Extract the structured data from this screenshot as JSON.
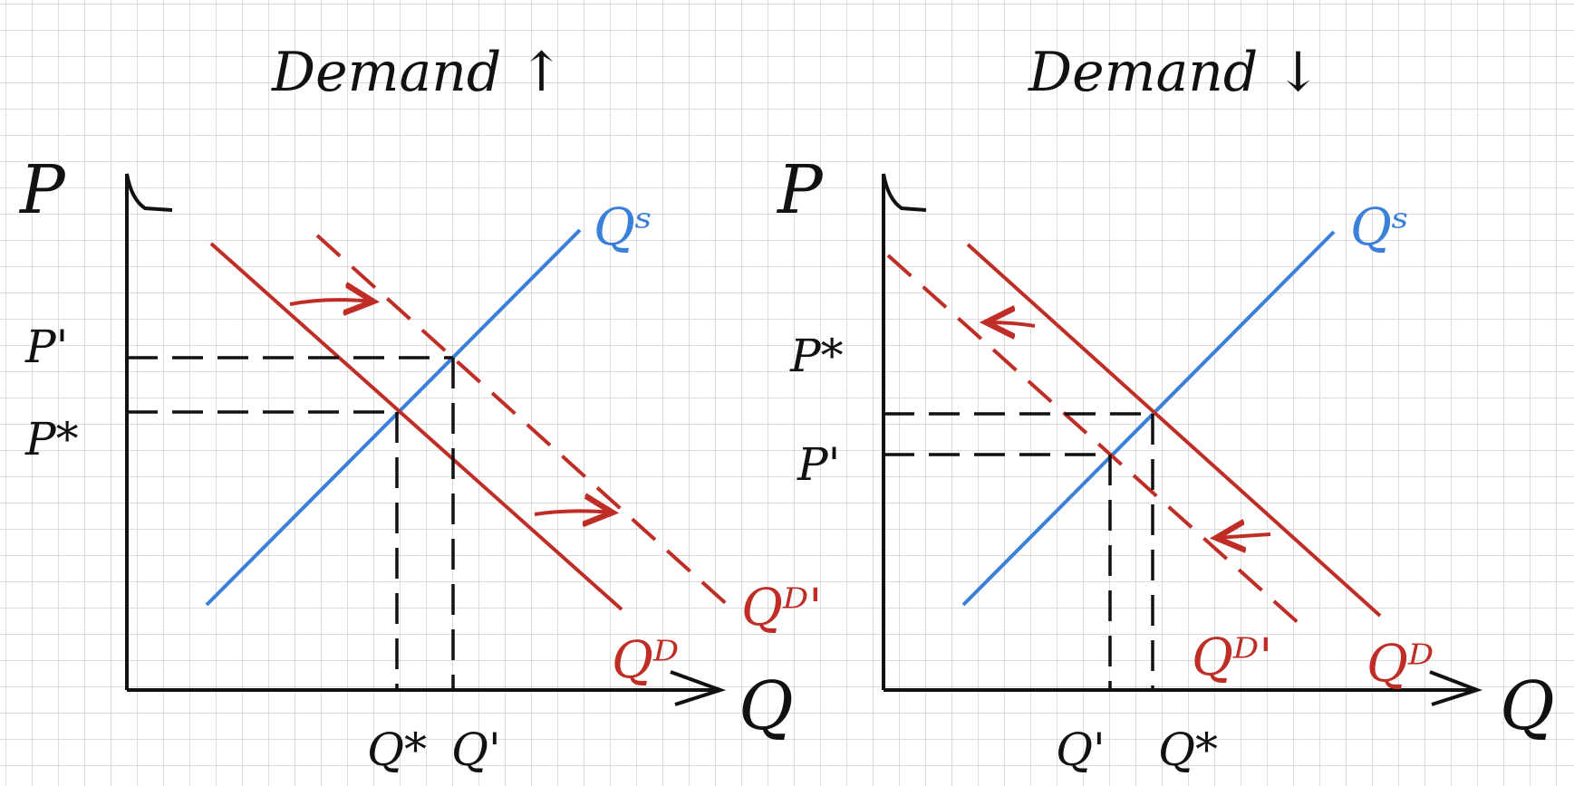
{
  "colors": {
    "ink": "#111111",
    "supply": "#3a7fd9",
    "demand": "#bf2d26",
    "grid": "#dcdcdc"
  },
  "panels": [
    {
      "title": "Demand ↑",
      "y_axis": "P",
      "x_axis": "Q",
      "supply_label": "Qˢ",
      "demand_label": "Qᴰ",
      "shifted_demand_label": "Qᴰ'",
      "price_labels": {
        "upper": "P'",
        "lower": "P*"
      },
      "quantity_labels": {
        "left": "Q*",
        "right": "Q'"
      }
    },
    {
      "title": "Demand ↓",
      "y_axis": "P",
      "x_axis": "Q",
      "supply_label": "Qˢ",
      "demand_label": "Qᴰ",
      "shifted_demand_label": "Qᴰ'",
      "price_labels": {
        "upper": "P*",
        "lower": "P'"
      },
      "quantity_labels": {
        "left": "Q'",
        "right": "Q*"
      }
    }
  ]
}
